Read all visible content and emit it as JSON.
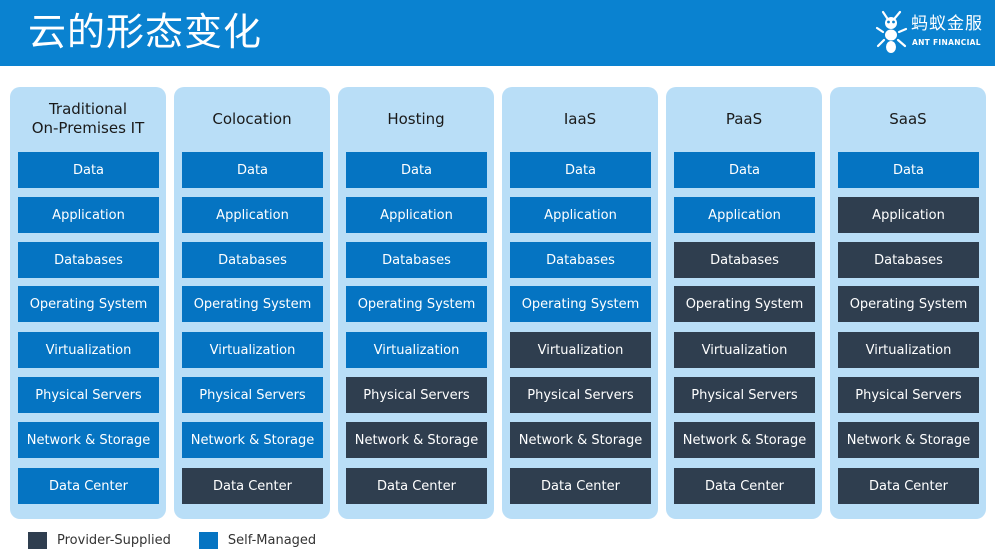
{
  "header": {
    "title": "云的形态变化",
    "logo_cn": "蚂蚁金服",
    "logo_en": "ANT FINANCIAL"
  },
  "columns": [
    {
      "title": "Traditional\nOn-Premises IT",
      "cells": [
        {
          "label": "Data",
          "type": "self"
        },
        {
          "label": "Application",
          "type": "self"
        },
        {
          "label": "Databases",
          "type": "self"
        },
        {
          "label": "Operating System",
          "type": "self"
        },
        {
          "label": "Virtualization",
          "type": "self"
        },
        {
          "label": "Physical Servers",
          "type": "self"
        },
        {
          "label": "Network & Storage",
          "type": "self"
        },
        {
          "label": "Data Center",
          "type": "self"
        }
      ]
    },
    {
      "title": "Colocation",
      "cells": [
        {
          "label": "Data",
          "type": "self"
        },
        {
          "label": "Application",
          "type": "self"
        },
        {
          "label": "Databases",
          "type": "self"
        },
        {
          "label": "Operating System",
          "type": "self"
        },
        {
          "label": "Virtualization",
          "type": "self"
        },
        {
          "label": "Physical Servers",
          "type": "self"
        },
        {
          "label": "Network & Storage",
          "type": "self"
        },
        {
          "label": "Data Center",
          "type": "provider"
        }
      ]
    },
    {
      "title": "Hosting",
      "cells": [
        {
          "label": "Data",
          "type": "self"
        },
        {
          "label": "Application",
          "type": "self"
        },
        {
          "label": "Databases",
          "type": "self"
        },
        {
          "label": "Operating System",
          "type": "self"
        },
        {
          "label": "Virtualization",
          "type": "self"
        },
        {
          "label": "Physical Servers",
          "type": "provider"
        },
        {
          "label": "Network & Storage",
          "type": "provider"
        },
        {
          "label": "Data Center",
          "type": "provider"
        }
      ]
    },
    {
      "title": "IaaS",
      "cells": [
        {
          "label": "Data",
          "type": "self"
        },
        {
          "label": "Application",
          "type": "self"
        },
        {
          "label": "Databases",
          "type": "self"
        },
        {
          "label": "Operating System",
          "type": "self"
        },
        {
          "label": "Virtualization",
          "type": "provider"
        },
        {
          "label": "Physical Servers",
          "type": "provider"
        },
        {
          "label": "Network & Storage",
          "type": "provider"
        },
        {
          "label": "Data Center",
          "type": "provider"
        }
      ]
    },
    {
      "title": "PaaS",
      "cells": [
        {
          "label": "Data",
          "type": "self"
        },
        {
          "label": "Application",
          "type": "self"
        },
        {
          "label": "Databases",
          "type": "provider"
        },
        {
          "label": "Operating System",
          "type": "provider"
        },
        {
          "label": "Virtualization",
          "type": "provider"
        },
        {
          "label": "Physical Servers",
          "type": "provider"
        },
        {
          "label": "Network & Storage",
          "type": "provider"
        },
        {
          "label": "Data Center",
          "type": "provider"
        }
      ]
    },
    {
      "title": "SaaS",
      "cells": [
        {
          "label": "Data",
          "type": "self"
        },
        {
          "label": "Application",
          "type": "provider"
        },
        {
          "label": "Databases",
          "type": "provider"
        },
        {
          "label": "Operating System",
          "type": "provider"
        },
        {
          "label": "Virtualization",
          "type": "provider"
        },
        {
          "label": "Physical Servers",
          "type": "provider"
        },
        {
          "label": "Network & Storage",
          "type": "provider"
        },
        {
          "label": "Data Center",
          "type": "provider"
        }
      ]
    }
  ],
  "legend": [
    {
      "label": "Provider-Supplied",
      "type": "provider"
    },
    {
      "label": "Self-Managed",
      "type": "self"
    }
  ],
  "colors": {
    "header": "#0a82d0",
    "column_bg": "#b9def7",
    "self_managed": "#0574c2",
    "provider_supplied": "#2f3e4f"
  }
}
